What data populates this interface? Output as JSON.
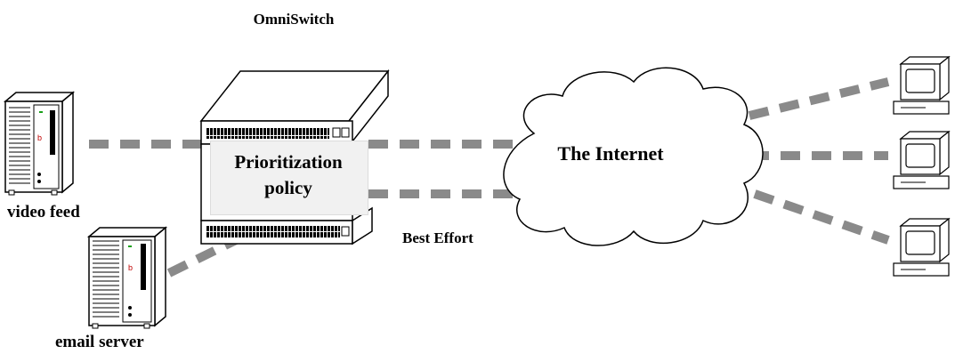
{
  "title": "OmniSwitch",
  "switch": {
    "policy_label": "Prioritization policy"
  },
  "nodes": {
    "video_feed": "video feed",
    "email_server": "email server",
    "internet": "The Internet"
  },
  "links": {
    "best_effort_label": "Best Effort"
  },
  "colors": {
    "link": "#8a8a8a",
    "policy_box": "#f1f1f1",
    "outline": "#000000"
  }
}
